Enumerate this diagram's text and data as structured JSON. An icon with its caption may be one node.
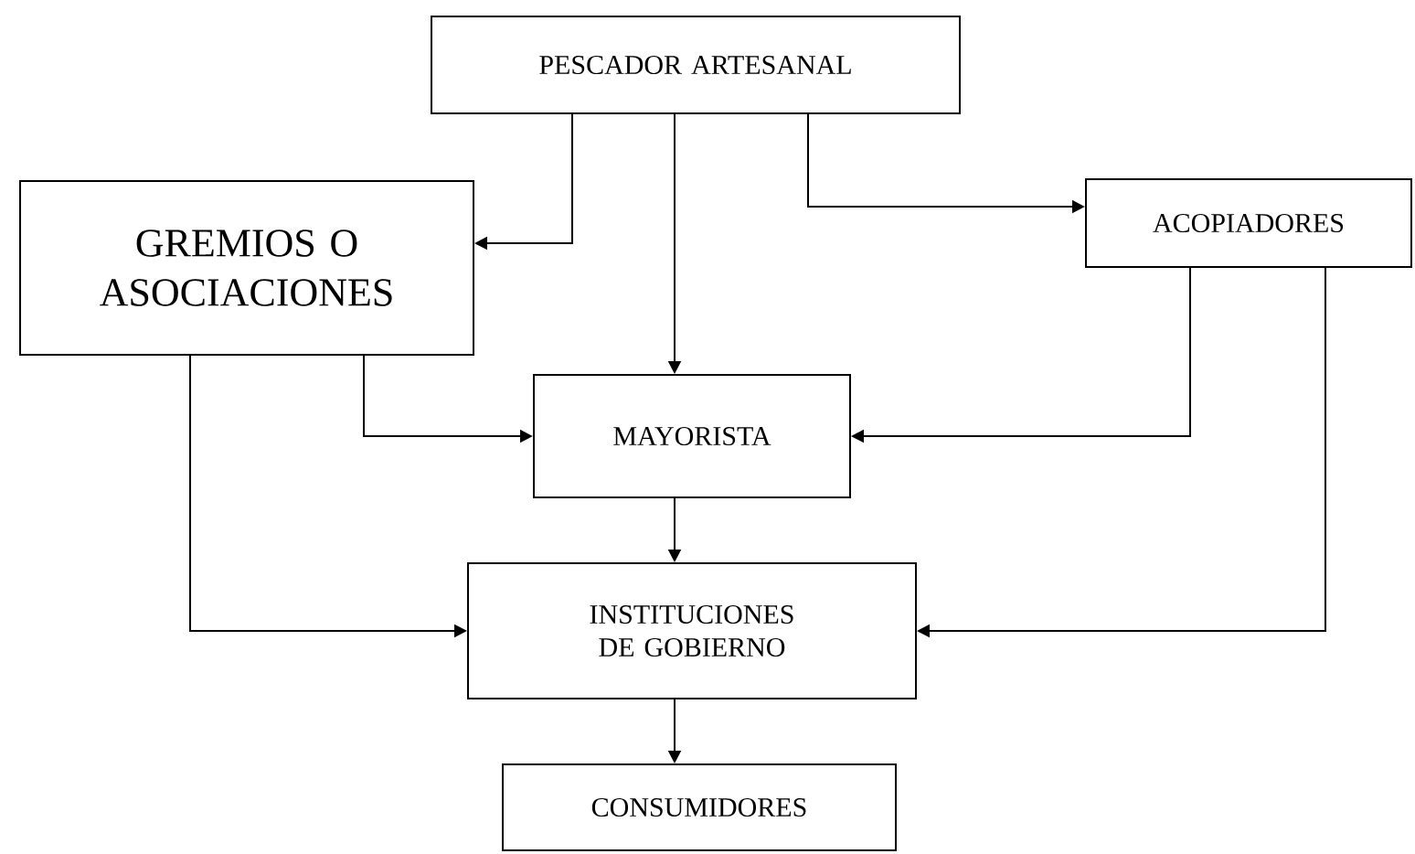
{
  "diagram": {
    "nodes": [
      {
        "text": [
          "PESCADOR ARTESANAL"
        ]
      },
      {
        "text": [
          "GREMIOS O ASOCIACIONES"
        ]
      },
      {
        "text": [
          "ACOPIADORES"
        ]
      },
      {
        "text": [
          "MAYORISTA"
        ]
      },
      {
        "text": [
          "INSTITUCIONES DE GOBIERNO"
        ]
      },
      {
        "text": [
          "CONSUMIDORES"
        ]
      }
    ],
    "edges": [
      {
        "from": 0,
        "to": 1,
        "arrow": "to"
      },
      {
        "from": 0,
        "to": 3,
        "arrow": "to"
      },
      {
        "from": 0,
        "to": 2,
        "arrow": "to"
      },
      {
        "from": 1,
        "to": 3,
        "arrow": "to"
      },
      {
        "from": 1,
        "to": 4,
        "arrow": "to"
      },
      {
        "from": 2,
        "to": 3,
        "arrow": "to"
      },
      {
        "from": 2,
        "to": 4,
        "arrow": "to"
      },
      {
        "from": 3,
        "to": 4,
        "arrow": "to"
      },
      {
        "from": 4,
        "to": 5,
        "arrow": "to"
      }
    ]
  }
}
